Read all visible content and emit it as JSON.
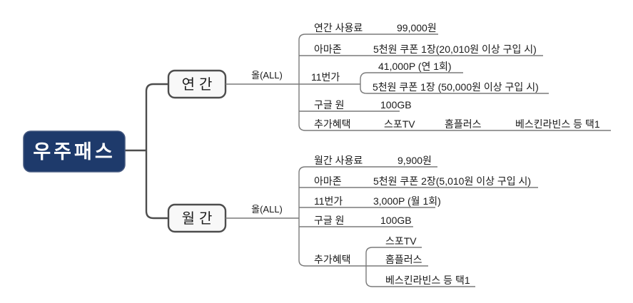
{
  "root": {
    "label": "우주패스"
  },
  "yearly": {
    "node_label": "연간",
    "branch_label": "올(ALL)",
    "fee_label": "연간 사용료",
    "fee_value": "99,000원",
    "amazon_label": "아마존",
    "amazon_value": "5천원 쿠폰 1장(20,010원 이상 구입 시)",
    "st11_label": "11번가",
    "st11_points": "41,000P (연 1회)",
    "st11_coupon": "5천원 쿠폰 1장 (50,000원 이상 구입 시)",
    "google_label": "구글 원",
    "google_value": "100GB",
    "extra_label": "추가혜택",
    "extra_item1": "스포TV",
    "extra_item2": "홈플러스",
    "extra_item3": "베스킨라빈스 등 택1"
  },
  "monthly": {
    "node_label": "월간",
    "branch_label": "올(ALL)",
    "fee_label": "월간 사용료",
    "fee_value": "9,900원",
    "amazon_label": "아마존",
    "amazon_value": "5천원 쿠폰 2장(5,010원 이상 구입 시)",
    "st11_label": "11번가",
    "st11_points": "3,000P (월 1회)",
    "google_label": "구글 원",
    "google_value": "100GB",
    "extra_label": "추가혜택",
    "extra_item1": "스포TV",
    "extra_item2": "홈플러스",
    "extra_item3": "베스킨라빈스 등 택1"
  },
  "colors": {
    "background": "#FFFFFF",
    "root_fill": "#1E3A6B",
    "root_text": "#FFFFFF",
    "node_fill": "#F8F8F8",
    "node_border": "#4D4D4D",
    "connector": "#4D4D4D",
    "branch_line": "#7A7A7A",
    "text": "#1A1A1A"
  }
}
